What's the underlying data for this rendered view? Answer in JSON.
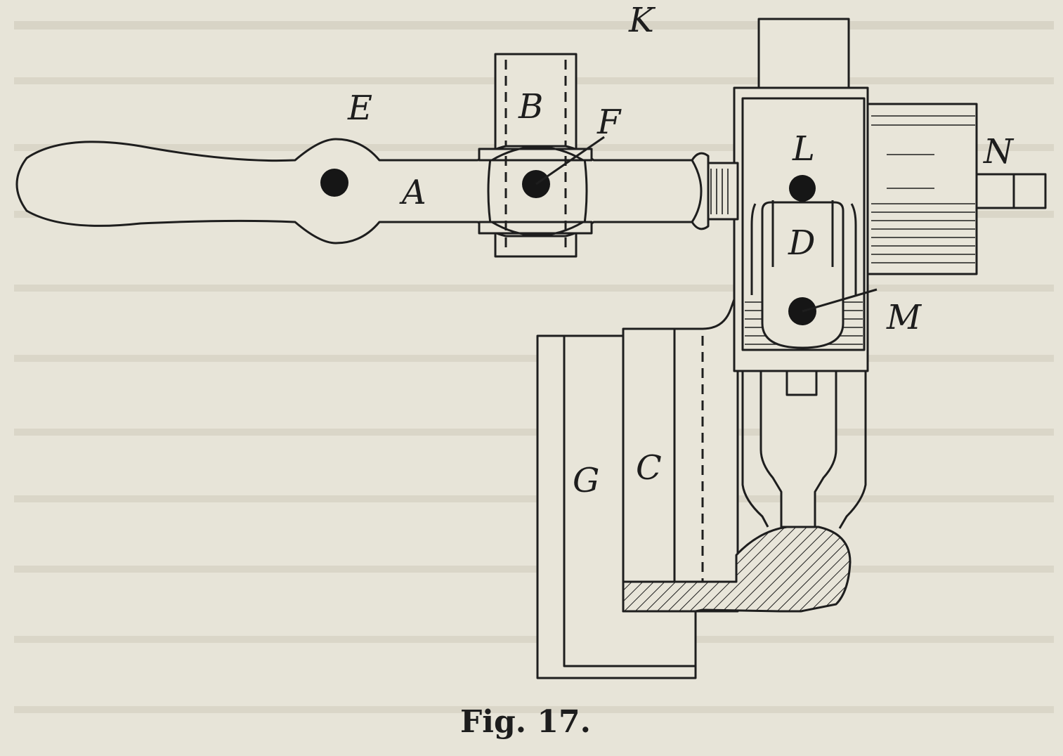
{
  "figure": {
    "caption": "Fig. 17.",
    "labels": {
      "K": "K",
      "E": "E",
      "B": "B",
      "F": "F",
      "A": "A",
      "L": "L",
      "N": "N",
      "D": "D",
      "M": "M",
      "G": "G",
      "C": "C"
    }
  }
}
